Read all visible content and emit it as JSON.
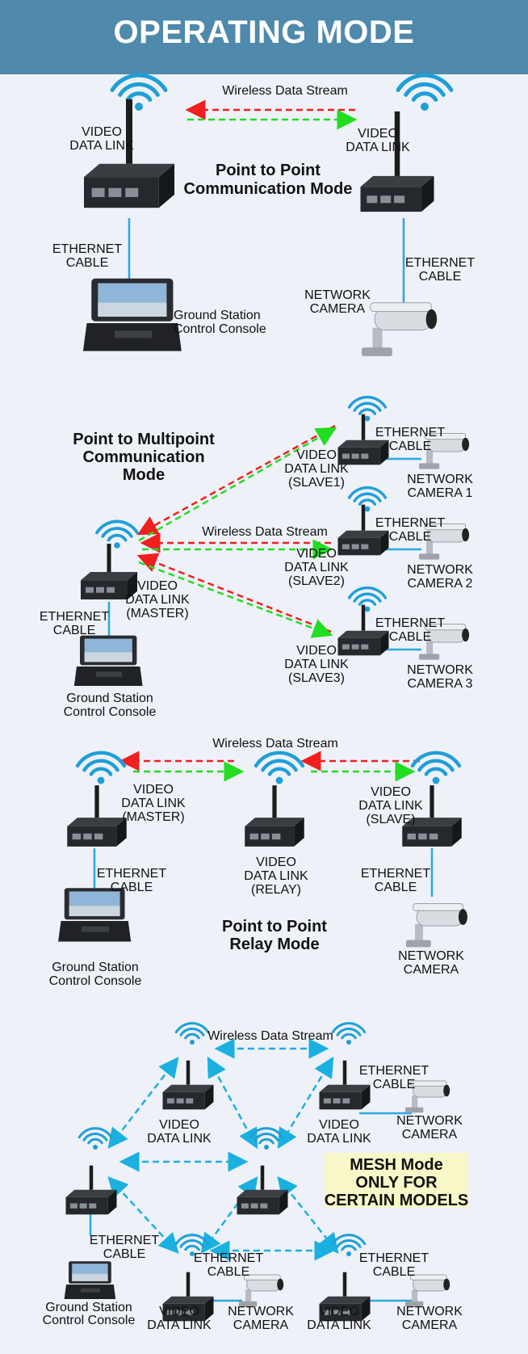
{
  "header": {
    "title": "OPERATING MODE"
  },
  "colors": {
    "header_bg": "#4f89ab",
    "red_arrow": "#f02020",
    "green_arrow": "#22dd22",
    "blue_arrow": "#1ab0e0",
    "cable": "#29a8e0",
    "wifi": "#1e9fd8",
    "mesh_highlight": "#f8f7c8"
  },
  "sections": {
    "p2p": {
      "title_line1": "Point to Point",
      "title_line2": "Communication Mode",
      "stream": "Wireless Data Stream",
      "left_link": [
        "VIDEO",
        "DATA LINK"
      ],
      "right_link": [
        "VIDEO",
        "DATA LINK"
      ],
      "left_cable": [
        "ETHERNET",
        "CABLE"
      ],
      "right_cable": [
        "ETHERNET",
        "CABLE"
      ],
      "console": [
        "Ground Station",
        "Control Console"
      ],
      "camera": [
        "NETWORK",
        "CAMERA"
      ]
    },
    "p2mp": {
      "title": [
        "Point to Multipoint",
        "Communication",
        "Mode"
      ],
      "stream": "Wireless Data Stream",
      "master": [
        "VIDEO",
        "DATA LINK",
        "(MASTER)"
      ],
      "master_cable": [
        "ETHERNET",
        "CABLE"
      ],
      "console": [
        "Ground Station",
        "Control Console"
      ],
      "slaves": [
        {
          "link": [
            "VIDEO",
            "DATA LINK",
            "(SLAVE1)"
          ],
          "cable": [
            "ETHERNET",
            "CABLE"
          ],
          "camera": [
            "NETWORK",
            "CAMERA 1"
          ]
        },
        {
          "link": [
            "VIDEO",
            "DATA LINK",
            "(SLAVE2)"
          ],
          "cable": [
            "ETHERNET",
            "CABLE"
          ],
          "camera": [
            "NETWORK",
            "CAMERA 2"
          ]
        },
        {
          "link": [
            "VIDEO",
            "DATA LINK",
            "(SLAVE3)"
          ],
          "cable": [
            "ETHERNET",
            "CABLE"
          ],
          "camera": [
            "NETWORK",
            "CAMERA 3"
          ]
        }
      ]
    },
    "relay": {
      "stream": "Wireless Data Stream",
      "title": [
        "Point to Point",
        "Relay Mode"
      ],
      "master": [
        "VIDEO",
        "DATA LINK",
        "(MASTER)"
      ],
      "relay": [
        "VIDEO",
        "DATA LINK",
        "(RELAY)"
      ],
      "slave": [
        "VIDEO",
        "DATA LINK",
        "(SLAVE)"
      ],
      "master_cable": [
        "ETHERNET",
        "CABLE"
      ],
      "slave_cable": [
        "ETHERNET",
        "CABLE"
      ],
      "console": [
        "Ground Station",
        "Control Console"
      ],
      "camera": [
        "NETWORK",
        "CAMERA"
      ]
    },
    "mesh": {
      "stream": "Wireless Data Stream",
      "badge": [
        "MESH Mode",
        "ONLY FOR",
        "CERTAIN MODELS"
      ],
      "node_top_left": [
        "VIDEO",
        "DATA LINK"
      ],
      "node_top_right": [
        "VIDEO",
        "DATA LINK"
      ],
      "node_bottom_left": [
        "VIDEO",
        "DATA LINK"
      ],
      "node_bottom_right": [
        "VIDEO",
        "DATA LINK"
      ],
      "cable_top_right": [
        "ETHERNET",
        "CABLE"
      ],
      "cable_left": [
        "ETHERNET",
        "CABLE"
      ],
      "cable_bottom_left": [
        "ETHERNET",
        "CABLE"
      ],
      "cable_bottom_right": [
        "ETHERNET",
        "CABLE"
      ],
      "camera_top_right": [
        "NETWORK",
        "CAMERA"
      ],
      "camera_bottom_left": [
        "NETWORK",
        "CAMERA"
      ],
      "camera_bottom_right": [
        "NETWORK",
        "CAMERA"
      ],
      "console": [
        "Ground Station",
        "Control Console"
      ]
    }
  }
}
